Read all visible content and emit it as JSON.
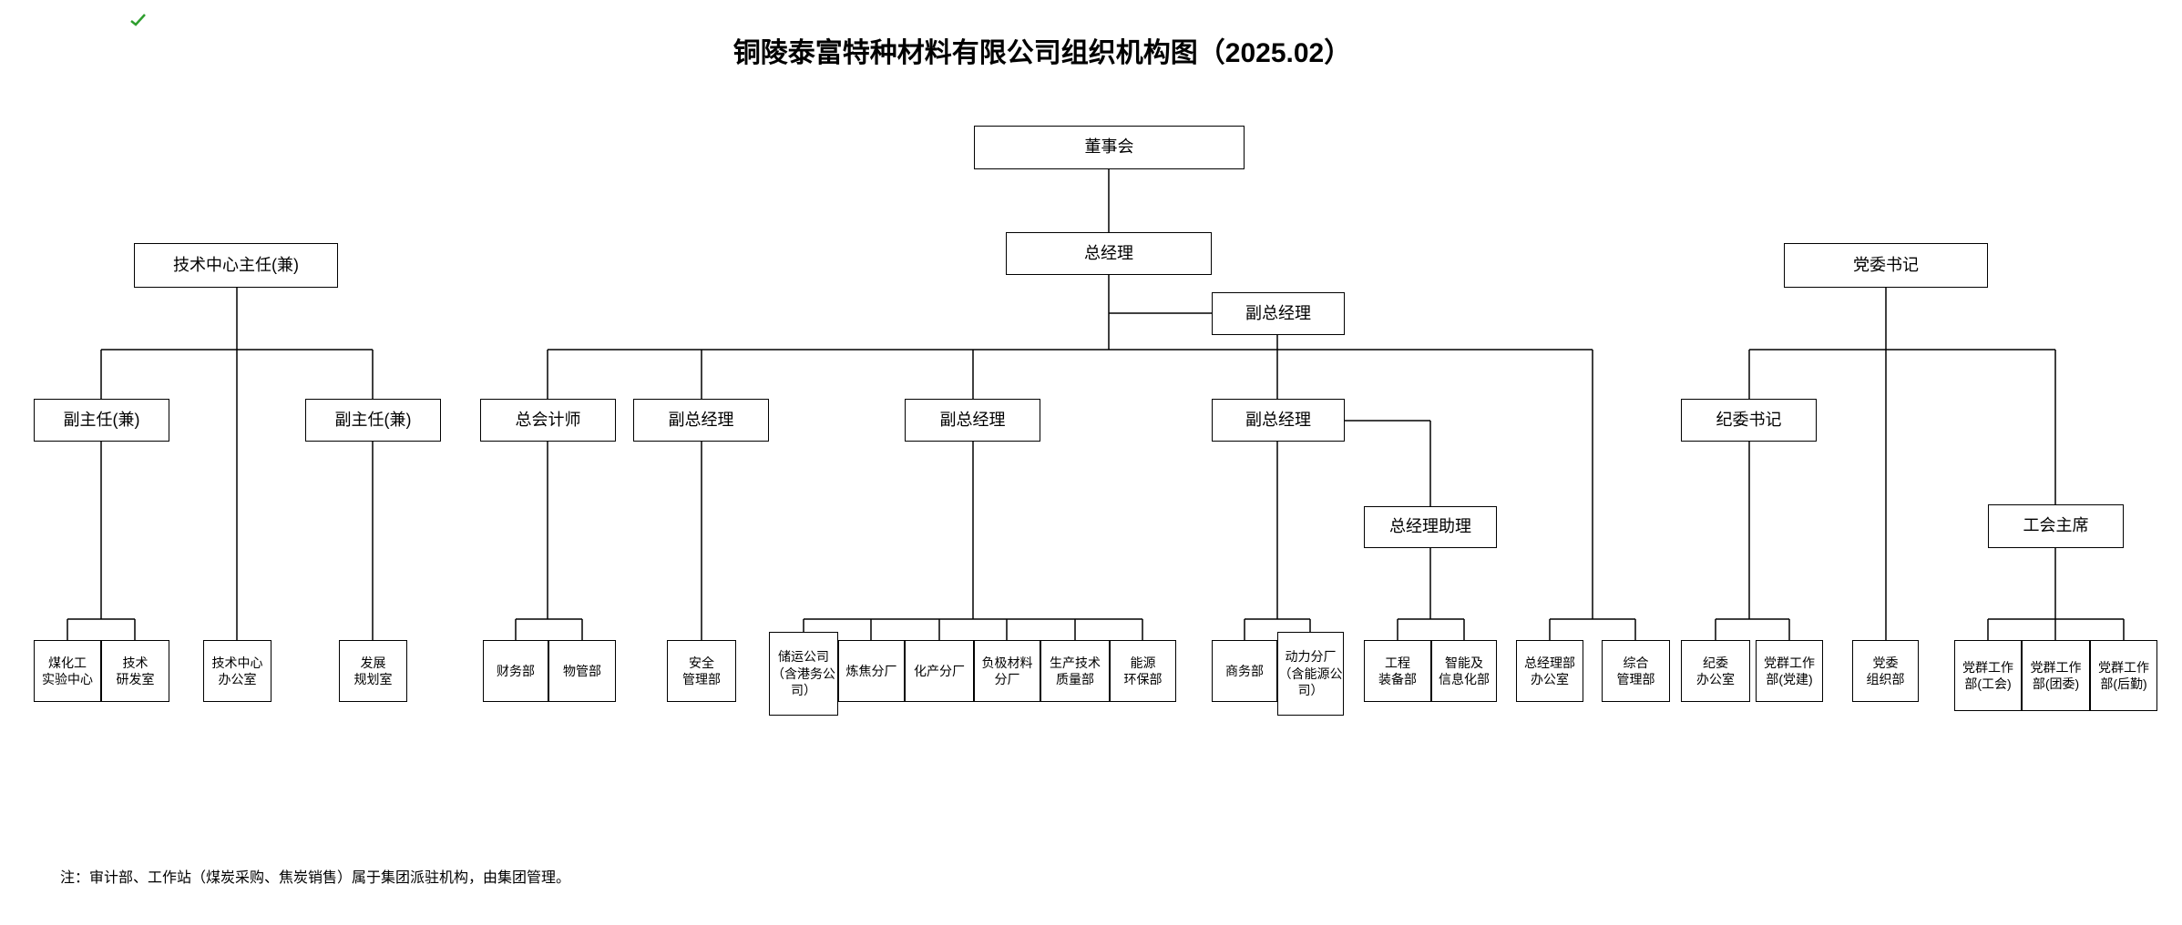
{
  "title": "铜陵泰富特种材料有限公司组织机构图（2025.02）",
  "footnote": "注：审计部、工作站（煤炭采购、焦炭销售）属于集团派驻机构，由集团管理。",
  "line_color": "#000000",
  "nodes": {
    "board": {
      "label": "董事会"
    },
    "general_manager": {
      "label": "总经理"
    },
    "deputy_gm_top": {
      "label": "副总经理"
    },
    "tech_center_director": {
      "label": "技术中心主任(兼)"
    },
    "party_secretary": {
      "label": "党委书记"
    },
    "tech_deputy_director_1": {
      "label": "副主任(兼)"
    },
    "tech_deputy_director_2": {
      "label": "副主任(兼)"
    },
    "chief_accountant": {
      "label": "总会计师"
    },
    "deputy_gm_1": {
      "label": "副总经理"
    },
    "deputy_gm_2": {
      "label": "副总经理"
    },
    "deputy_gm_3": {
      "label": "副总经理"
    },
    "discipline_secretary": {
      "label": "纪委书记"
    },
    "gm_assistant": {
      "label": "总经理助理"
    },
    "union_chairman": {
      "label": "工会主席"
    },
    "coal_chem_lab": {
      "label": "煤化工\n实验中心"
    },
    "tech_rd_office": {
      "label": "技术\n研发室"
    },
    "tech_center_office": {
      "label": "技术中心\n办公室"
    },
    "dev_planning_office": {
      "label": "发展\n规划室"
    },
    "finance_dept": {
      "label": "财务部"
    },
    "materials_dept": {
      "label": "物管部"
    },
    "safety_dept": {
      "label": "安全\n管理部"
    },
    "storage_company": {
      "label": "储运公司\n（含港务公\n司）"
    },
    "coking_plant": {
      "label": "炼焦分厂"
    },
    "chem_products_plant": {
      "label": "化产分厂"
    },
    "anode_materials_plant": {
      "label": "负极材料\n分厂"
    },
    "prod_tech_quality_dept": {
      "label": "生产技术\n质量部"
    },
    "energy_env_dept": {
      "label": "能源\n环保部"
    },
    "commerce_dept": {
      "label": "商务部"
    },
    "power_plant": {
      "label": "动力分厂\n（含能源公\n司）"
    },
    "engineering_equip_dept": {
      "label": "工程\n装备部"
    },
    "info_dept": {
      "label": "智能及\n信息化部"
    },
    "gm_office": {
      "label": "总经理部\n办公室"
    },
    "general_admin_dept": {
      "label": "综合\n管理部"
    },
    "discipline_office": {
      "label": "纪委\n办公室"
    },
    "party_work_dept_jianshe": {
      "label": "党群工作\n部(党建)"
    },
    "party_org_dept": {
      "label": "党委\n组织部"
    },
    "party_work_dept_union": {
      "label": "党群工作\n部(工会)"
    },
    "party_work_dept_youth": {
      "label": "党群工作\n部(团委)"
    },
    "party_work_dept_logistics": {
      "label": "党群工作\n部(后勤)"
    }
  }
}
